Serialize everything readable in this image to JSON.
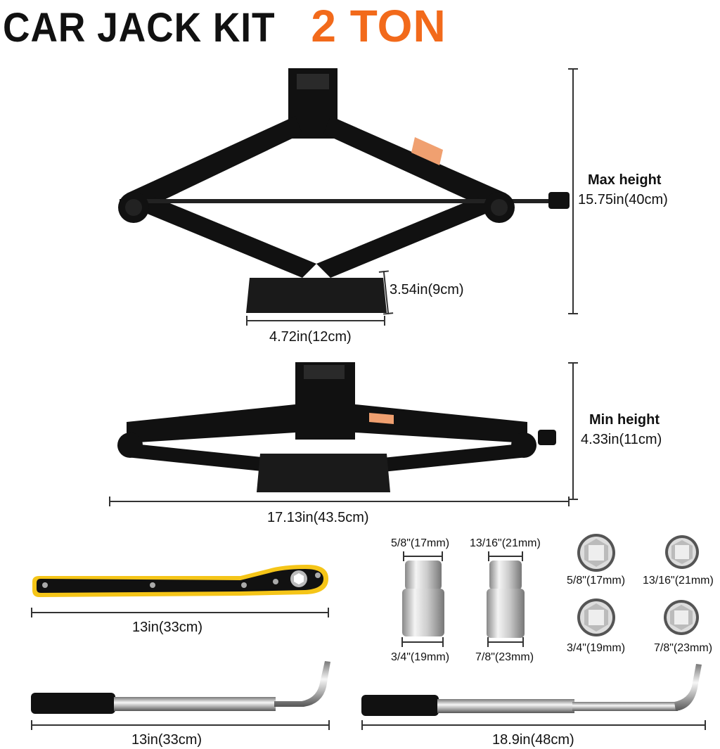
{
  "title": {
    "main": "CAR JACK KIT",
    "highlight": "2 TON",
    "highlight_color": "#f26a1b"
  },
  "jack_max": {
    "label": "Max height",
    "value": "15.75in(40cm)",
    "base_height": "3.54in(9cm)",
    "base_width": "4.72in(12cm)"
  },
  "jack_min": {
    "label": "Min height",
    "value": "4.33in(11cm)",
    "length": "17.13in(43.5cm)"
  },
  "ratchet_wrench": {
    "length": "13in(33cm)"
  },
  "sockets_side": [
    {
      "top": "5/8\"(17mm)",
      "bottom": "3/4\"(19mm)"
    },
    {
      "top": "13/16\"(21mm)",
      "bottom": "7/8\"(23mm)"
    }
  ],
  "sockets_top": [
    {
      "label": "5/8\"(17mm)"
    },
    {
      "label": "13/16\"(21mm)"
    },
    {
      "label": "3/4\"(19mm)"
    },
    {
      "label": "7/8\"(23mm)"
    }
  ],
  "lug_wrench_short": {
    "length": "13in(33cm)"
  },
  "lug_wrench_long": {
    "length": "18.9in(48cm)"
  }
}
